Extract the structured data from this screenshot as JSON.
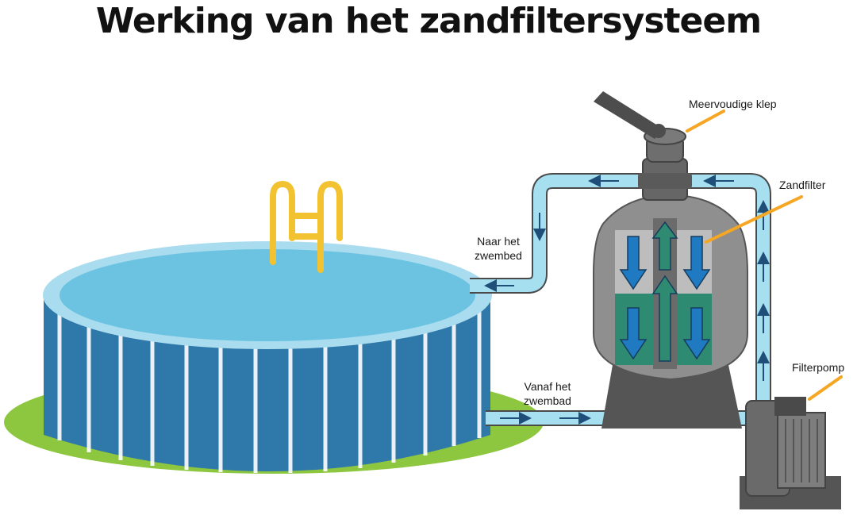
{
  "title": "Werking van het zandfiltersysteem",
  "labels": {
    "valve": "Meervoudige klep",
    "filter": "Zandfilter",
    "pump": "Filterpomp",
    "to_pool_line1": "Naar het",
    "to_pool_line2": "zwembed",
    "from_pool_line1": "Vanaf het",
    "from_pool_line2": "zwembad"
  },
  "colors": {
    "pool_water": "#6cc3e1",
    "pool_wall": "#2f78aa",
    "grass": "#8dc63f",
    "ladder": "#f2c230",
    "pipe": "#a5dff0",
    "filter_body": "#8f8f8f",
    "sand": "#2e8b72",
    "callout": "#f5a623",
    "arrow": "#1f7ac2"
  }
}
